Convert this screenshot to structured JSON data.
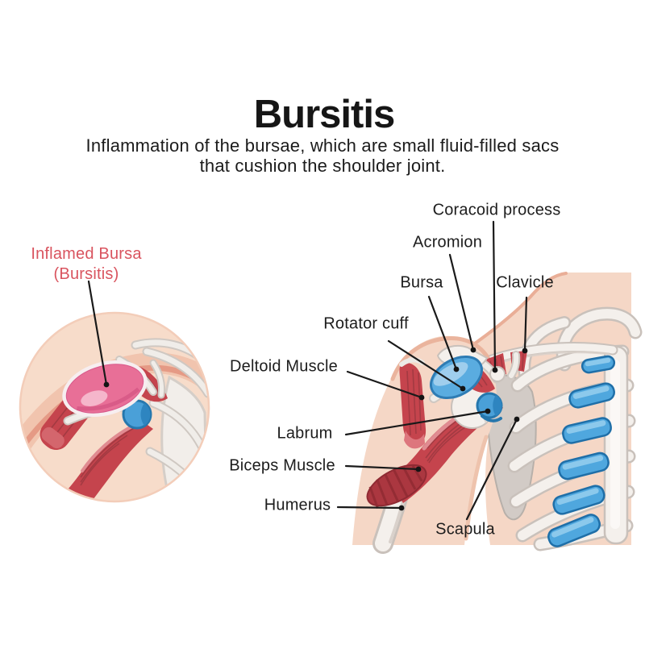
{
  "header": {
    "title": "Bursitis",
    "subtitle_line1": "Inflammation of the bursae, which are small fluid-filled sacs",
    "subtitle_line2": "that cushion the shoulder joint."
  },
  "inset": {
    "label_line1": "Inflamed Bursa",
    "label_line2": "(Bursitis)"
  },
  "annotations": {
    "coracoid_process": "Coracoid process",
    "acromion": "Acromion",
    "bursa": "Bursa",
    "clavicle": "Clavicle",
    "rotator_cuff": "Rotator cuff",
    "deltoid_muscle": "Deltoid Muscle",
    "labrum": "Labrum",
    "biceps_muscle": "Biceps Muscle",
    "humerus": "Humerus",
    "scapula": "Scapula"
  },
  "colors": {
    "background": "#ffffff",
    "label_text": "#1d1d1d",
    "inflamed_label_red": "#d9545f",
    "leader_line": "#1a1a1a",
    "skin": "#f5d7c6",
    "skin_contour": "#e9a48e",
    "muscle_red": "#c5444d",
    "muscle_red_dark": "#a33a42",
    "bursa_blue": "#5aace0",
    "bursa_blue_dark": "#2e7cb4",
    "inflamed_bursa_pink": "#e86f97",
    "bone_white": "#f4f0ec",
    "bone_outline": "#c9c1bb",
    "scapula_grey": "#d2cbc6",
    "cartilage_blue": "#4fa7de"
  }
}
